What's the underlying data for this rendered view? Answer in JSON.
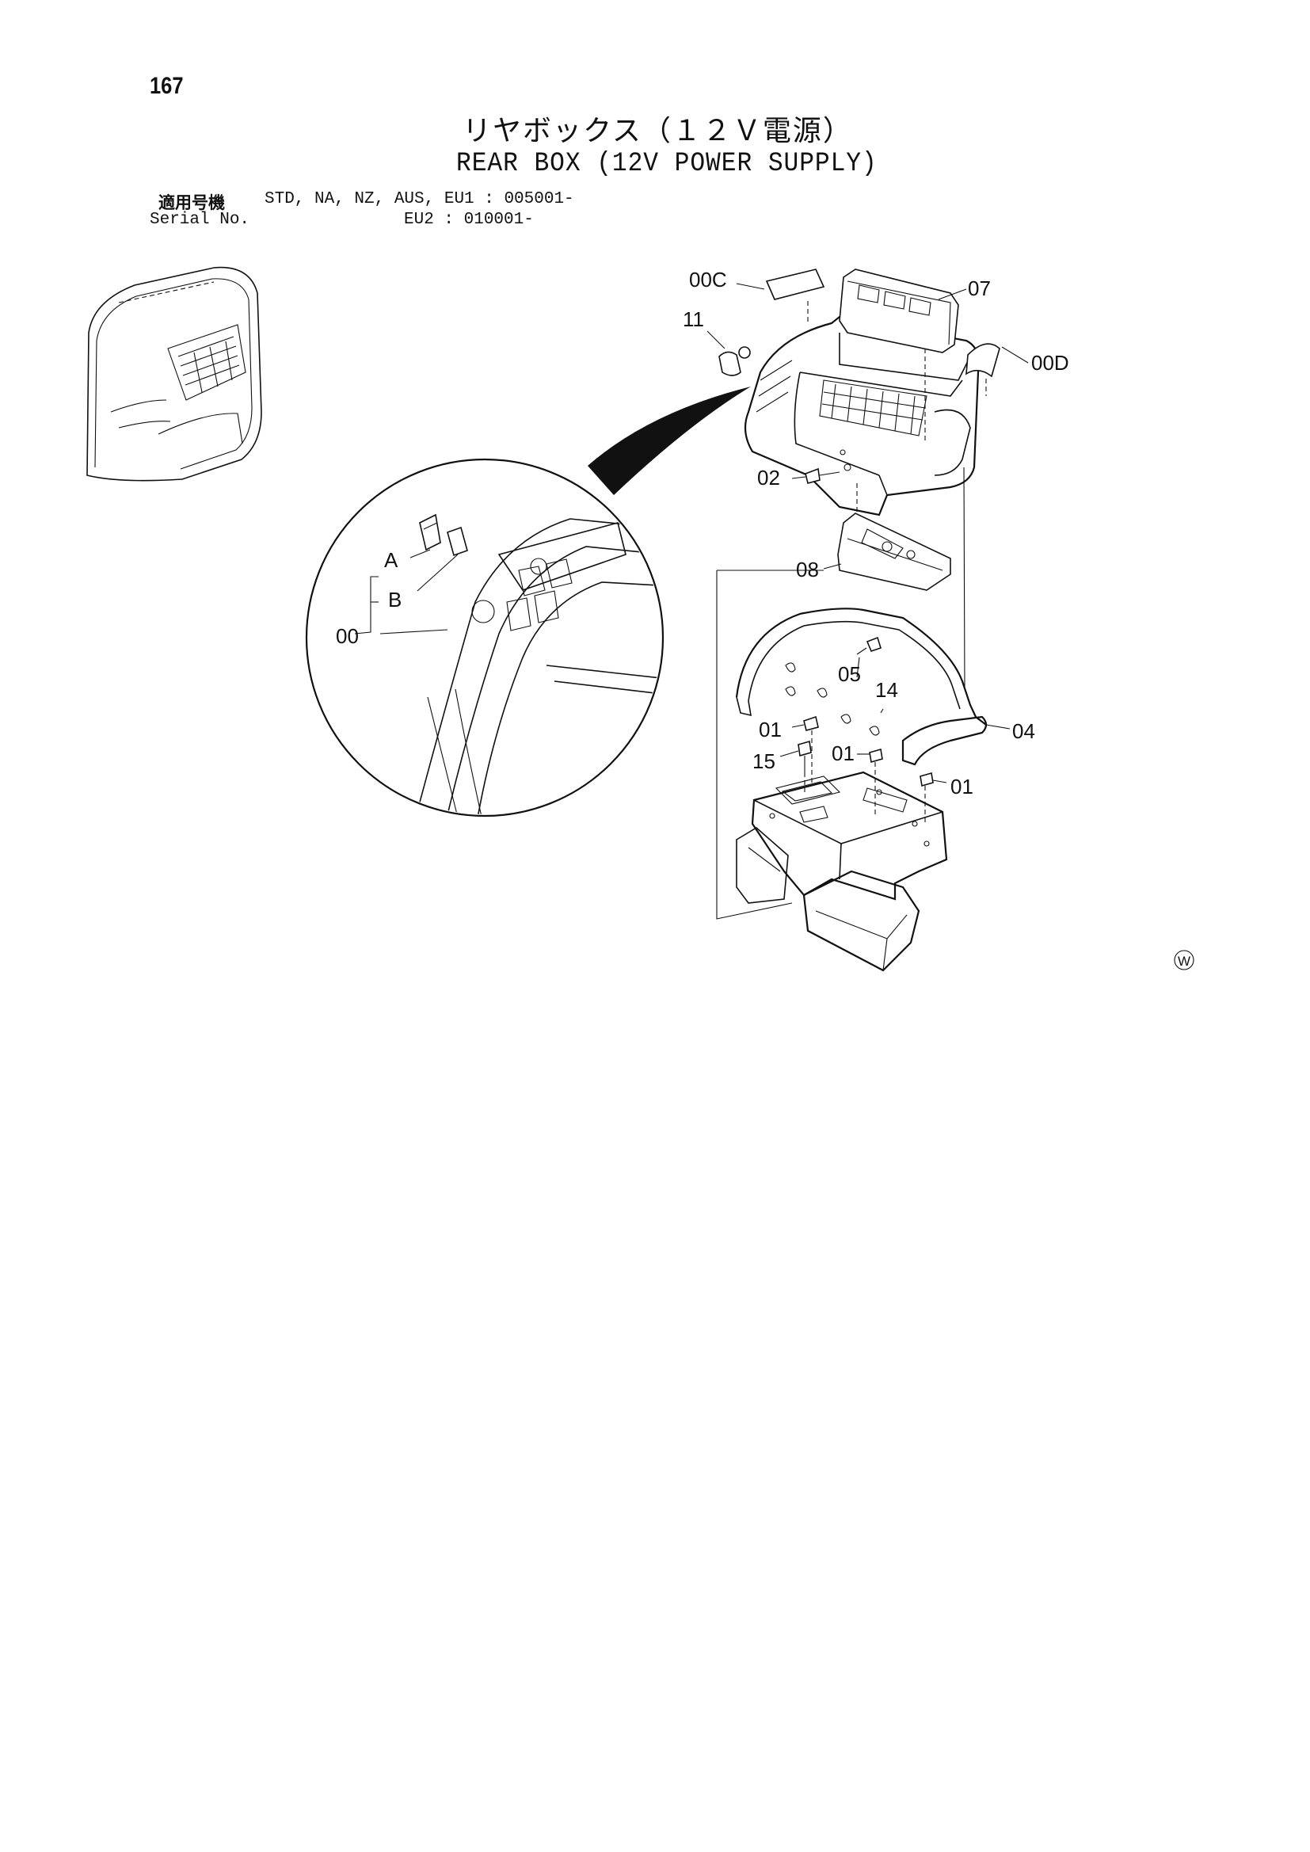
{
  "page_number": "167",
  "title_jp": "リヤボックス（１２Ｖ電源）",
  "title_en": "REAR BOX (12V POWER SUPPLY)",
  "serial": {
    "label_jp": "適用号機",
    "label_en": "Serial No.",
    "line1": "STD, NA, NZ, AUS, EU1 : 005001-",
    "line2": "EU2 : 010001-"
  },
  "callouts": {
    "c00C": "00C",
    "c07": "07",
    "c11": "11",
    "c00D": "00D",
    "c02": "02",
    "c08": "08",
    "c05": "05",
    "c14": "14",
    "c01a": "01",
    "c15": "15",
    "c01b": "01",
    "c01c": "01",
    "c04": "04",
    "cA": "A",
    "cB": "B",
    "c00": "00"
  },
  "mark": "W"
}
